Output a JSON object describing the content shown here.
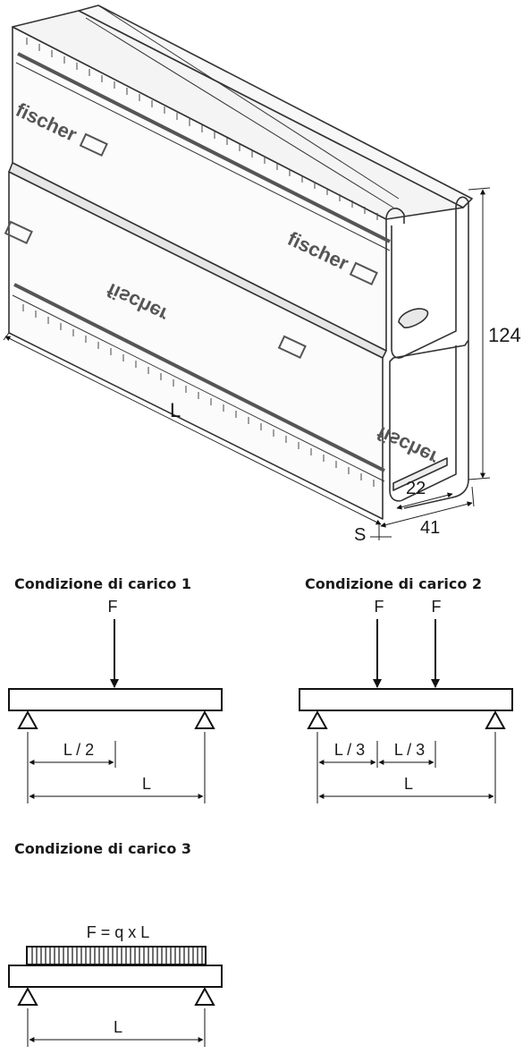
{
  "profile": {
    "brand": "fischer",
    "dim_length": "L",
    "dim_height": "124",
    "dim_inner_width": "22",
    "dim_width": "41",
    "dim_thickness": "S"
  },
  "load_case_1": {
    "title": "Condizione di carico 1",
    "force": "F",
    "half_span": "L / 2",
    "span": "L"
  },
  "load_case_2": {
    "title": "Condizione di carico 2",
    "force_left": "F",
    "force_right": "F",
    "third_span_1": "L / 3",
    "third_span_2": "L / 3",
    "span": "L"
  },
  "load_case_3": {
    "title": "Condizione di carico 3",
    "formula": "F = q x L",
    "span": "L"
  }
}
